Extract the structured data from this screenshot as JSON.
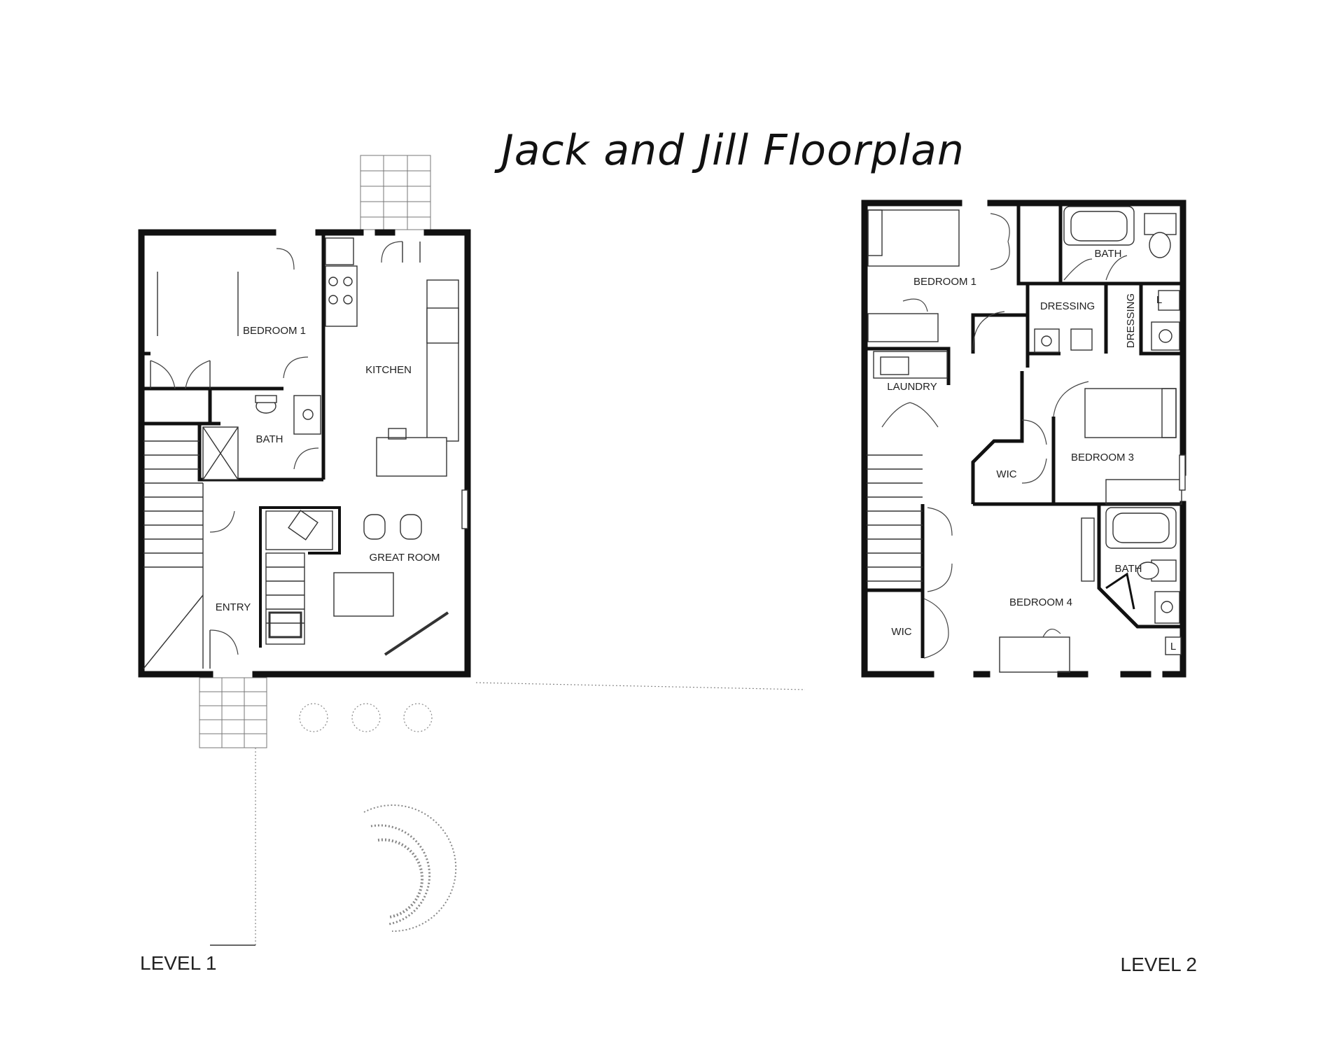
{
  "title": "Jack and Jill Floorplan",
  "level1": {
    "label": "LEVEL 1",
    "rooms": {
      "bedroom": "BEDROOM 1",
      "kitchen": "KITCHEN",
      "bath": "BATH",
      "great_room": "GREAT ROOM",
      "entry": "ENTRY"
    }
  },
  "level2": {
    "label": "LEVEL 2",
    "rooms": {
      "bedroom1": "BEDROOM 1",
      "bath_top": "BATH",
      "dressing1": "DRESSING",
      "dressing2": "DRESSING",
      "laundry": "LAUNDRY",
      "bedroom3": "BEDROOM 3",
      "wic_top": "WIC",
      "bath_bottom": "BATH",
      "bedroom4": "BEDROOM 4",
      "wic_bottom": "WIC",
      "linen": "L"
    }
  }
}
